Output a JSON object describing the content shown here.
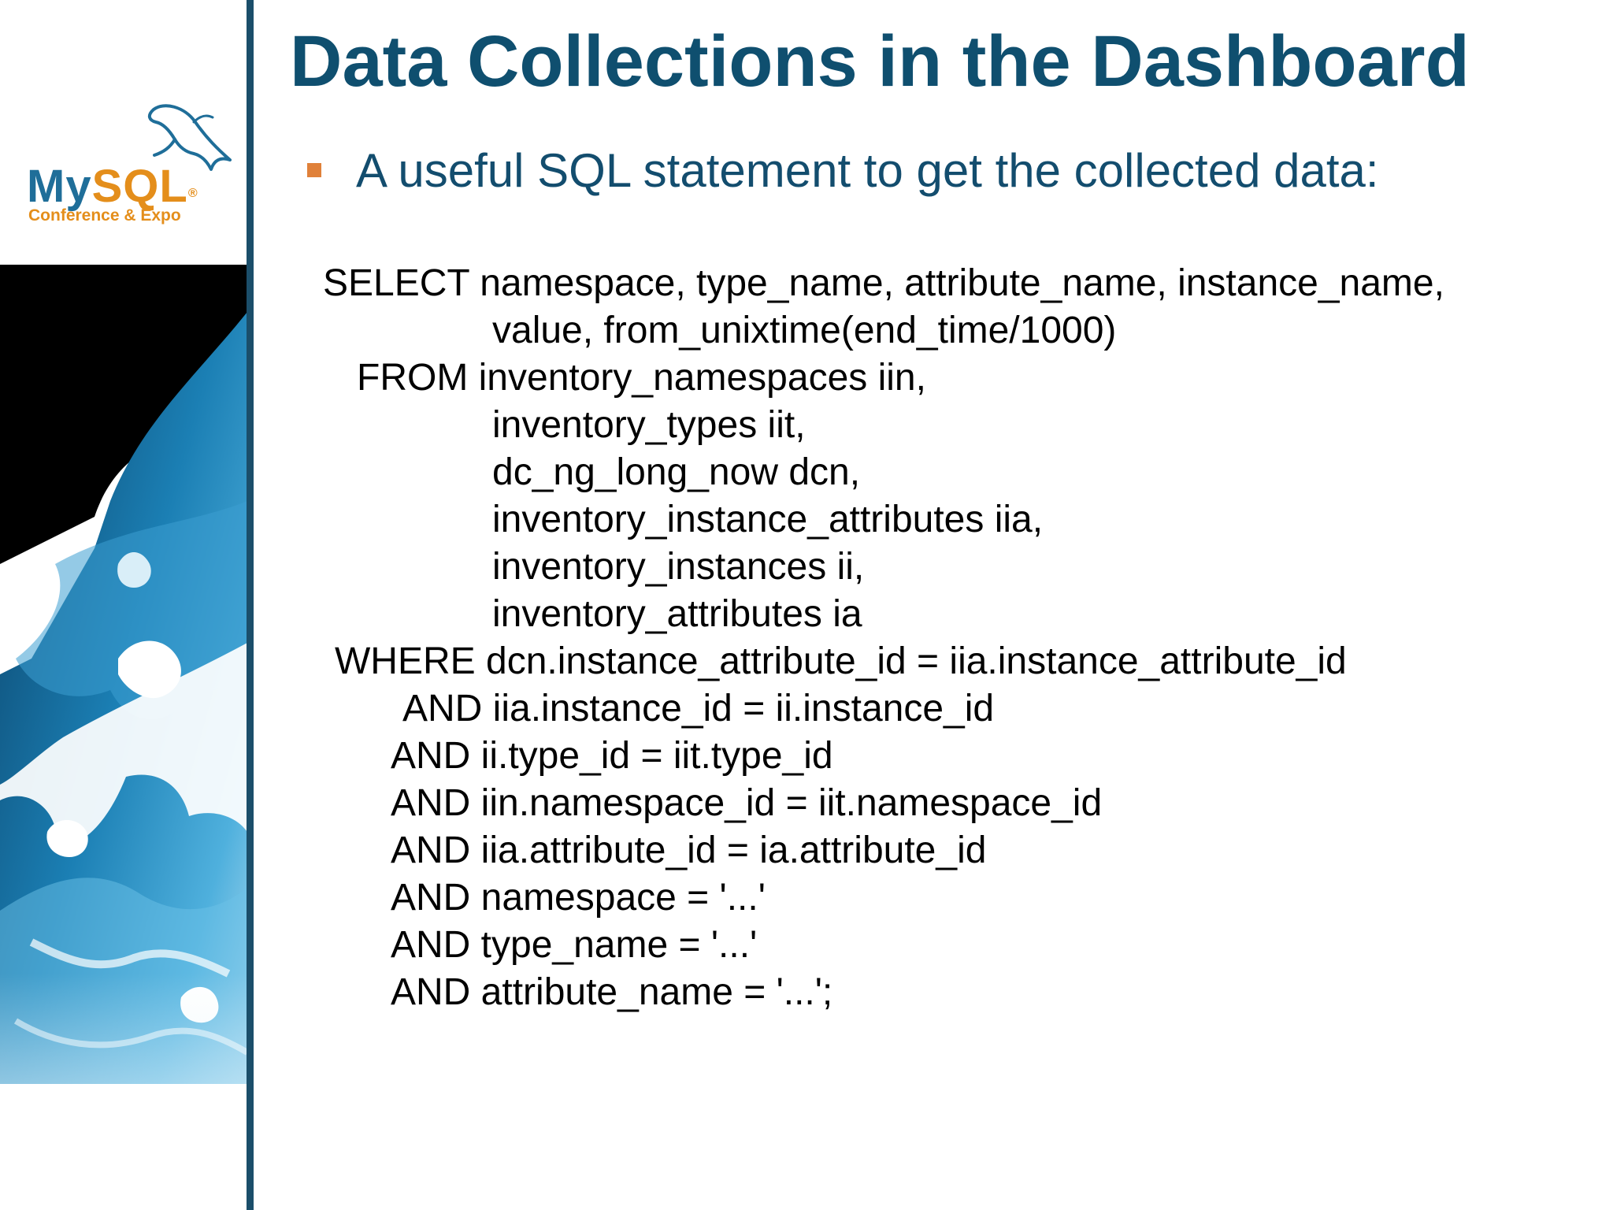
{
  "sidebar": {
    "logo": {
      "brand_my": "My",
      "brand_sql": "SQL",
      "registered": "®",
      "tagline": "Conference & Expo"
    }
  },
  "slide": {
    "title": "Data Collections in the Dashboard",
    "bullet": "A useful SQL statement to get the collected data:",
    "sql_lines": [
      "SELECT namespace, type_name, attribute_name, instance_name,",
      "value, from_unixtime(end_time/1000)",
      "FROM inventory_namespaces iin,",
      "inventory_types iit,",
      "dc_ng_long_now dcn,",
      "inventory_instance_attributes iia,",
      "inventory_instances ii,",
      "inventory_attributes ia",
      "WHERE dcn.instance_attribute_id = iia.instance_attribute_id",
      "AND iia.instance_id = ii.instance_id",
      "AND ii.type_id = iit.type_id",
      "AND iin.namespace_id = iit.namespace_id",
      "AND iia.attribute_id = ia.attribute_id",
      "AND namespace = '...'",
      "AND type_name = '...'",
      "AND attribute_name = '...';"
    ]
  },
  "colors": {
    "title": "#0f4f6f",
    "bullet_text": "#134d6e",
    "bullet_marker": "#e0813a",
    "divider": "#1b4e6a",
    "brand_blue": "#1f6e99",
    "brand_orange": "#e48e1b"
  },
  "icons": {
    "logo_mark": "dolphin-icon",
    "bullet": "square-bullet-icon"
  }
}
